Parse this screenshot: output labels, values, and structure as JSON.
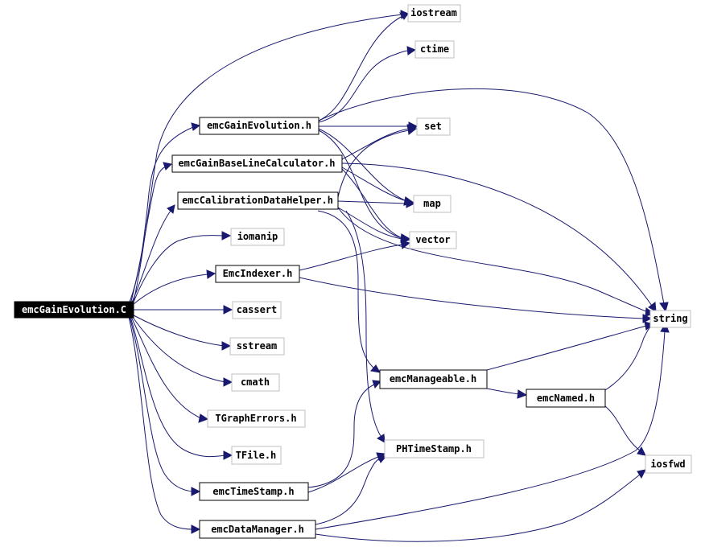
{
  "nodes": {
    "root": "emcGainEvolution.C",
    "iostream": "iostream",
    "ctime": "ctime",
    "gain_evolution_h": "emcGainEvolution.h",
    "set": "set",
    "baseline_calc_h": "emcGainBaseLineCalculator.h",
    "calib_helper_h": "emcCalibrationDataHelper.h",
    "map": "map",
    "vector": "vector",
    "iomanip": "iomanip",
    "indexer_h": "EmcIndexer.h",
    "cassert": "cassert",
    "string": "string",
    "sstream": "sstream",
    "cmath": "cmath",
    "manageable_h": "emcManageable.h",
    "named_h": "emcNamed.h",
    "tgrapherrors_h": "TGraphErrors.h",
    "tfile_h": "TFile.h",
    "phtimestamp_h": "PHTimeStamp.h",
    "iosfwd": "iosfwd",
    "timestamp_h": "emcTimeStamp.h",
    "datamanager_h": "emcDataManager.h"
  },
  "colors": {
    "edge": "#191970",
    "documented_border": "#000000",
    "external_border": "#bfbfbf",
    "root_fill": "#000000",
    "root_text": "#ffffff",
    "text": "#000000"
  }
}
